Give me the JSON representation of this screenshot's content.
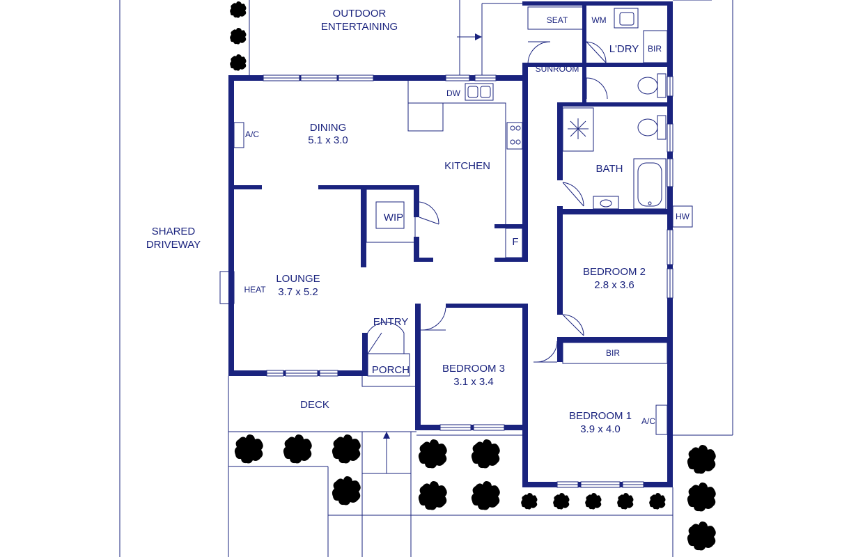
{
  "plan": {
    "line_color": "#1a237e",
    "background": "#ffffff",
    "rooms": {
      "outdoor": {
        "line1": "OUTDOOR",
        "line2": "ENTERTAINING"
      },
      "seat": "SEAT",
      "wm": "WM",
      "ldry": "L'DRY",
      "bir_top": "BIR",
      "sunroom": "SUNROOM",
      "dw": "DW",
      "dining": {
        "name": "DINING",
        "size": "5.1 x 3.0"
      },
      "ac_dining": "A/C",
      "kitchen": "KITCHEN",
      "bath": "BATH",
      "hw": "HW",
      "wip": "WIP",
      "fridge": "F",
      "shared": {
        "line1": "SHARED",
        "line2": "DRIVEWAY"
      },
      "lounge": {
        "name": "LOUNGE",
        "size": "3.7 x 5.2"
      },
      "heat": "HEAT",
      "bed2": {
        "name": "BEDROOM 2",
        "size": "2.8 x 3.6"
      },
      "entry": "ENTRY",
      "porch": "PORCH",
      "bed3": {
        "name": "BEDROOM 3",
        "size": "3.1 x 3.4"
      },
      "bir_bed1": "BIR",
      "deck": "DECK",
      "bed1": {
        "name": "BEDROOM 1",
        "size": "3.9 x 4.0"
      },
      "ac_bed1": "A/C"
    }
  }
}
